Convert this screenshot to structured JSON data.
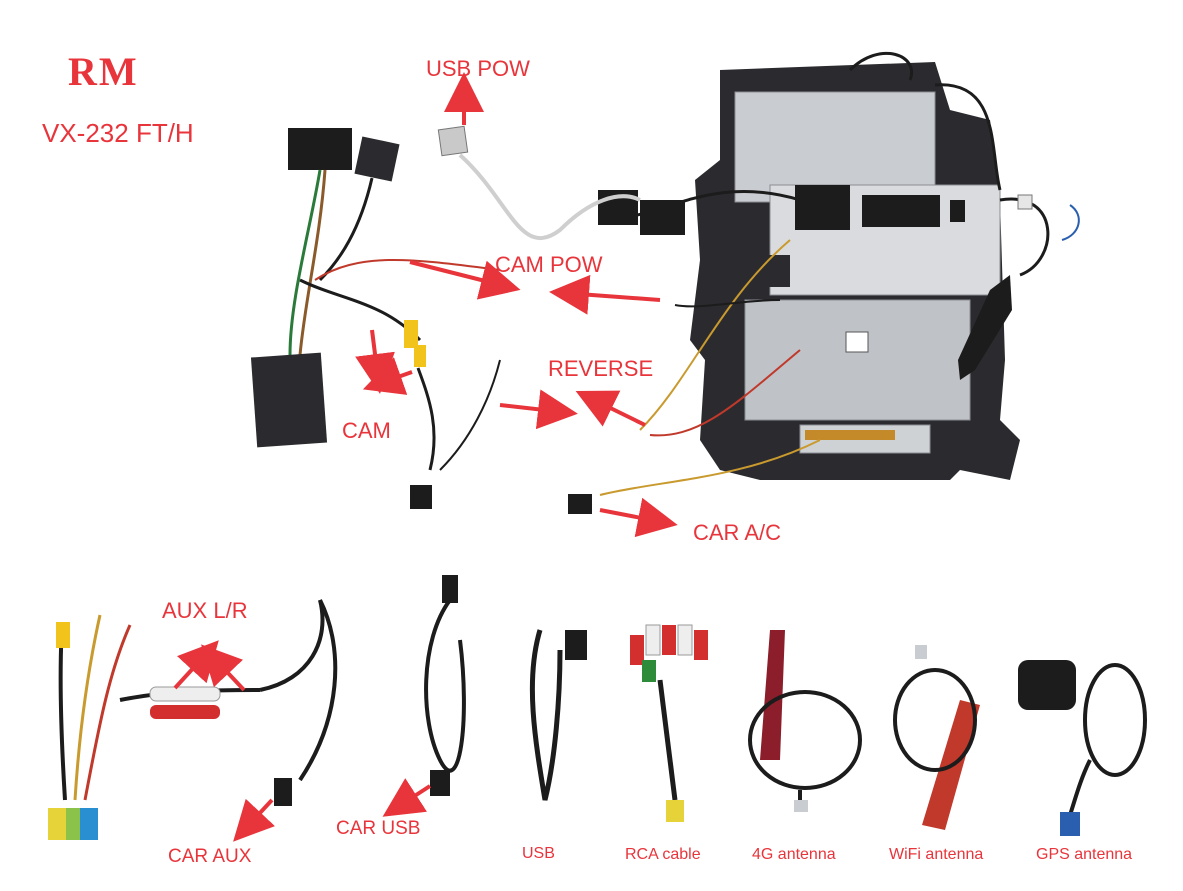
{
  "brand": {
    "logo": "RM",
    "model": "VX-232 FT/H"
  },
  "labels": {
    "usb_pow": "USB POW",
    "cam_pow": "CAM POW",
    "reverse": "REVERSE",
    "cam": "CAM",
    "car_ac": "CAR  A/C",
    "aux_lr": "AUX L/R",
    "car_aux": "CAR AUX",
    "car_usb": "CAR USB",
    "usb": "USB",
    "rca_cable": "RCA cable",
    "antenna_4g": "4G antenna",
    "antenna_wifi": "WiFi antenna",
    "antenna_gps": "GPS antenna"
  },
  "colors": {
    "label_red": "#e8353b",
    "arrow_red": "#e8353b",
    "unit_dark": "#2b2b2f",
    "metal": "#c9ccd1",
    "cable": "#1c1c1c"
  }
}
